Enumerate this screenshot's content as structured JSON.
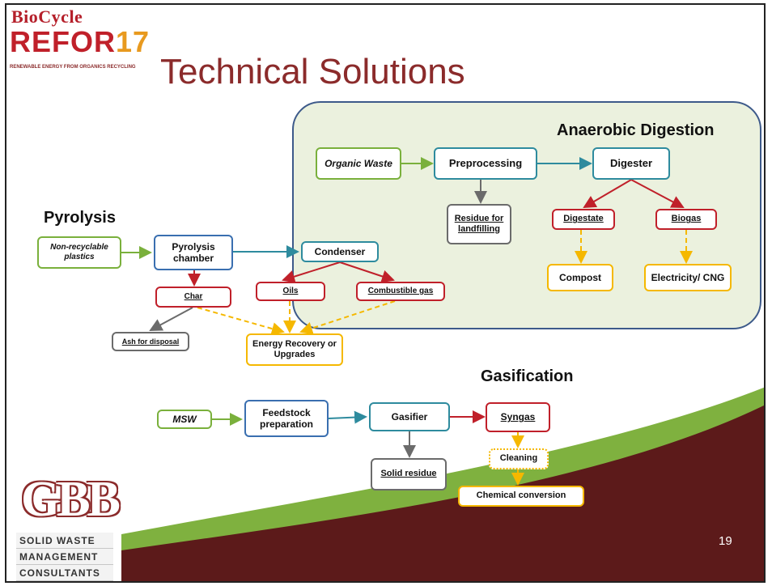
{
  "slide": {
    "title": "Technical Solutions",
    "page_number": "19"
  },
  "logo": {
    "bio": "BioCycle",
    "refor_main": "REFOR",
    "refor_year": "17",
    "subtitle": "RENEWABLE ENERGY FROM ORGANICS RECYCLING"
  },
  "gbb": {
    "mark": "GBB",
    "line1": "SOLID WASTE",
    "line2": "MANAGEMENT",
    "line3": "CONSULTANTS"
  },
  "sections": {
    "anaerobic": "Anaerobic Digestion",
    "pyrolysis": "Pyrolysis",
    "gasification": "Gasification"
  },
  "nodes": {
    "organic_waste": "Organic Waste",
    "preprocessing": "Preprocessing",
    "digester": "Digester",
    "residue_landfill": "Residue for landfilling",
    "digestate": "Digestate",
    "biogas": "Biogas",
    "compost": "Compost",
    "electricity_cng": "Electricity/ CNG",
    "non_recyclable": "Non-recyclable plastics",
    "pyrolysis_chamber": "Pyrolysis chamber",
    "condenser": "Condenser",
    "char": "Char",
    "oils": "Oils",
    "combustible_gas": "Combustible gas",
    "ash_disposal": "Ash for disposal",
    "energy_recovery": "Energy Recovery or Upgrades",
    "msw": "MSW",
    "feedstock_prep": "Feedstock preparation",
    "gasifier": "Gasifier",
    "syngas": "Syngas",
    "solid_residue": "Solid residue",
    "cleaning": "Cleaning",
    "chemical_conversion": "Chemical conversion"
  },
  "colors": {
    "title": "#8b2b2b",
    "ad_panel_fill": "#ebf1de",
    "ad_panel_border": "#3d5a8a",
    "green": "#7ab03c",
    "teal": "#2e8b9e",
    "blue": "#3a6fb0",
    "grey": "#6b6b6b",
    "red": "#c0202a",
    "yellow": "#f5b800",
    "maroon": "#5c1a1a"
  }
}
